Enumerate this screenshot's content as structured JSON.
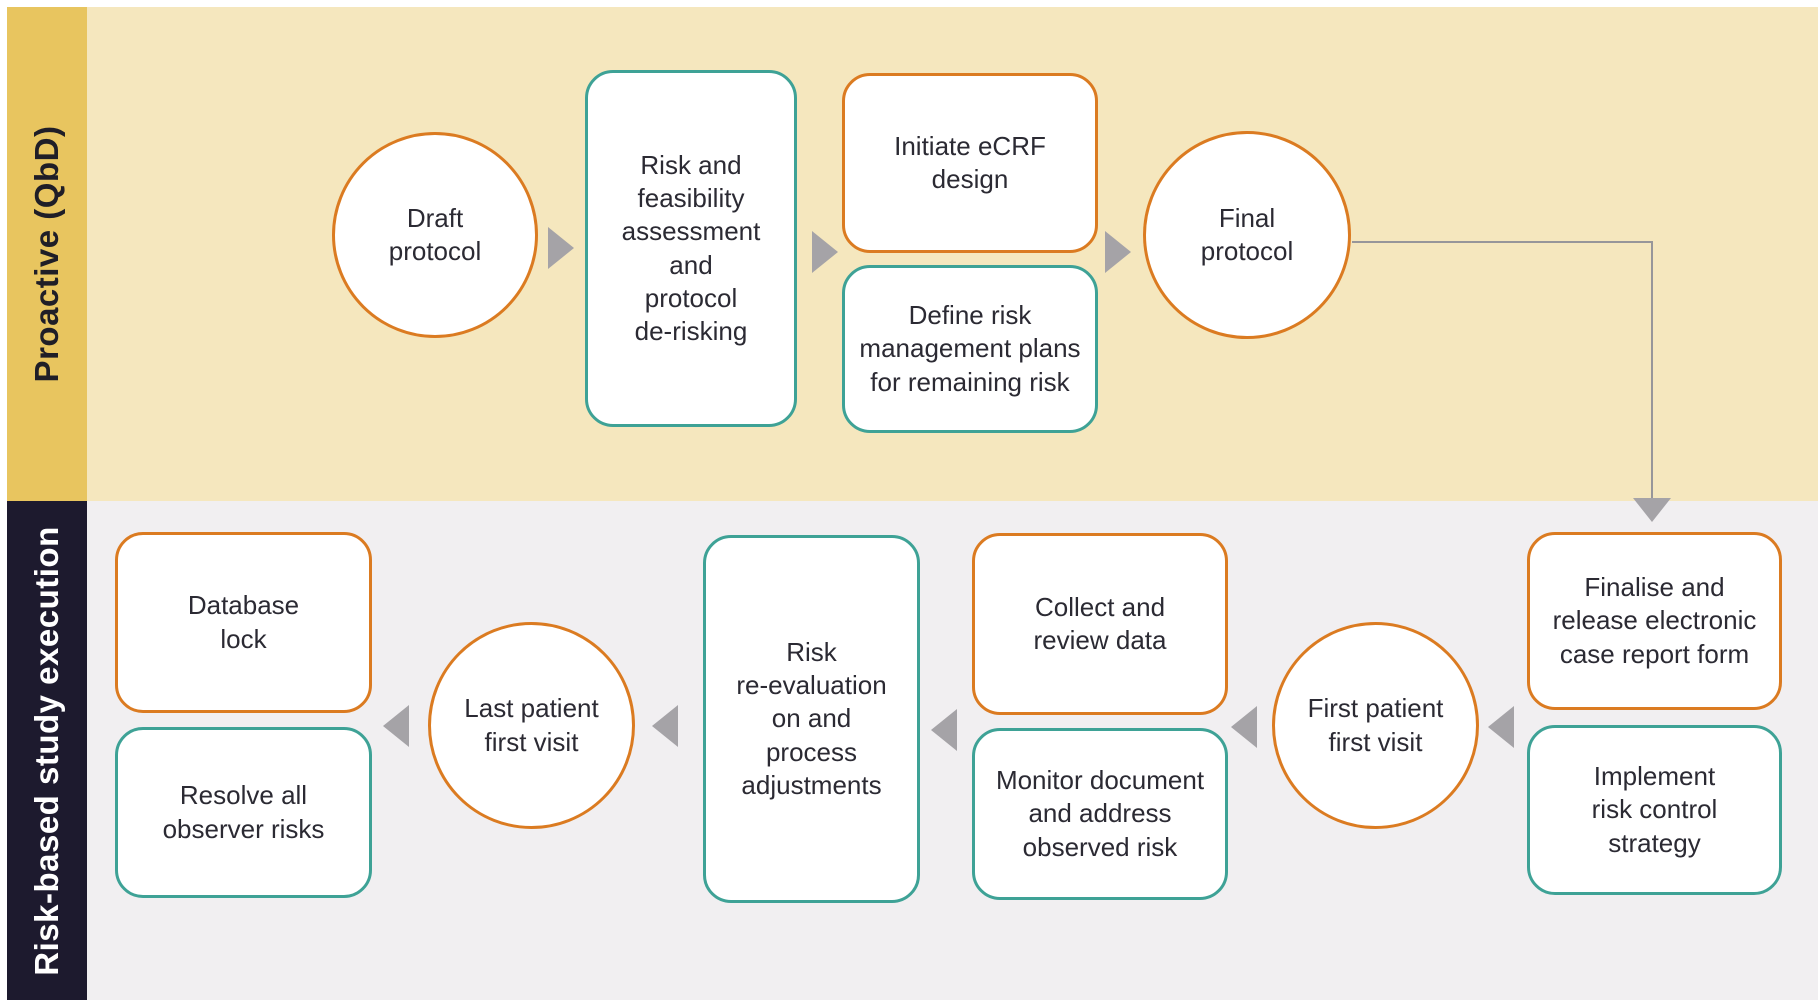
{
  "lanes": {
    "proactive": {
      "label": "Proactive (QbD)"
    },
    "risk_based": {
      "label": "Risk-based study execution"
    }
  },
  "nodes": {
    "draft_protocol": {
      "label": "Draft\nprotocol",
      "shape": "circle",
      "border": "orange"
    },
    "risk_feasibility": {
      "label": "Risk and\nfeasibility\nassessment\nand\nprotocol\nde-risking",
      "shape": "rounded-rect",
      "border": "teal"
    },
    "initiate_ecrf": {
      "label": "Initiate eCRF\ndesign",
      "shape": "rounded-rect",
      "border": "orange"
    },
    "define_risk_plans": {
      "label": "Define risk\nmanagement plans\nfor remaining risk",
      "shape": "rounded-rect",
      "border": "teal"
    },
    "final_protocol": {
      "label": "Final\nprotocol",
      "shape": "circle",
      "border": "orange"
    },
    "finalise_ecrf": {
      "label": "Finalise and\nrelease electronic\ncase report form",
      "shape": "rounded-rect",
      "border": "orange"
    },
    "implement_risk": {
      "label": "Implement\nrisk control\nstrategy",
      "shape": "rounded-rect",
      "border": "teal"
    },
    "first_patient": {
      "label": "First patient\nfirst visit",
      "shape": "circle",
      "border": "orange"
    },
    "collect_review": {
      "label": "Collect and\nreview data",
      "shape": "rounded-rect",
      "border": "orange"
    },
    "monitor_document": {
      "label": "Monitor document\nand address\nobserved risk",
      "shape": "rounded-rect",
      "border": "teal"
    },
    "risk_reevaluation": {
      "label": "Risk\nre-evaluation\non and\nprocess\nadjustments",
      "shape": "rounded-rect",
      "border": "teal"
    },
    "last_patient": {
      "label": "Last patient\nfirst visit",
      "shape": "circle",
      "border": "orange"
    },
    "database_lock": {
      "label": "Database\nlock",
      "shape": "rounded-rect",
      "border": "orange"
    },
    "resolve_risks": {
      "label": "Resolve all\nobserver risks",
      "shape": "rounded-rect",
      "border": "teal"
    }
  },
  "colors": {
    "orange_border": "#db7b21",
    "teal_border": "#3ea296",
    "lane_top_tab": "#e8c55f",
    "lane_top_band": "#f5e7be",
    "lane_bottom_tab": "#1d1a2e",
    "lane_bottom_band": "#f1eff1",
    "arrow_gray": "#a5a3a7",
    "connector_gray": "#97969a",
    "node_text": "#2b2a33"
  }
}
